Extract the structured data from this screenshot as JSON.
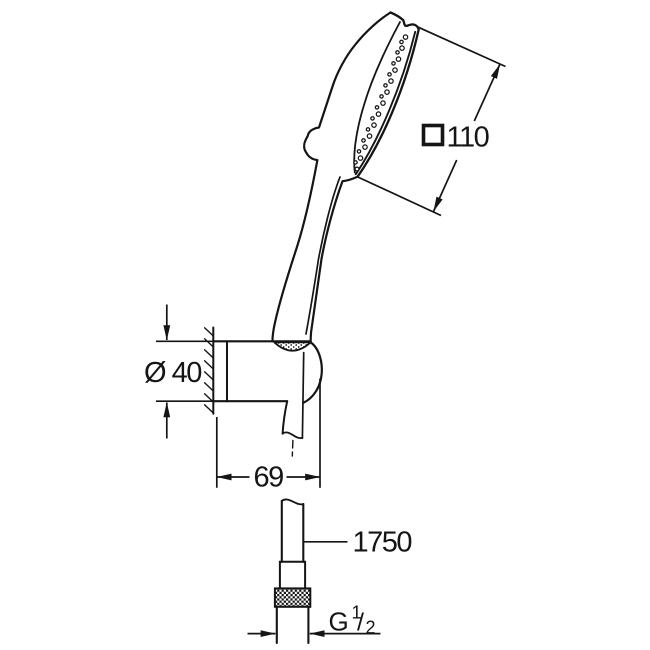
{
  "drawing": {
    "background": "#ffffff",
    "line_color": "#151515",
    "subject": "hand-shower-with-wall-holder-and-hose"
  },
  "dimensions": {
    "head_width": {
      "symbol": "□",
      "symbol_icon": "square-dimension-icon",
      "value": "110"
    },
    "holder_diameter": {
      "value": "Ø 40"
    },
    "holder_projection": {
      "value": "69"
    },
    "hose_length": {
      "value": "1750"
    },
    "thread_size": {
      "letter": "G",
      "numerator": "1",
      "slash": "/",
      "denominator": "2"
    }
  }
}
